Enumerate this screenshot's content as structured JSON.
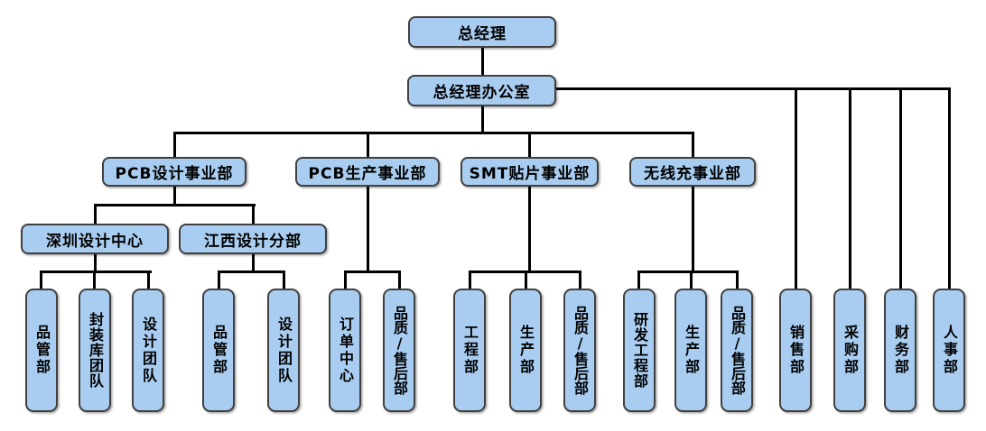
{
  "org_chart": {
    "root": {
      "label": "总经理"
    },
    "office": {
      "label": "总经理办公室"
    },
    "business_units": [
      {
        "label": "PCB设计事业部",
        "children": [
          {
            "label": "深圳设计中心",
            "children": [
              {
                "label": "品管部"
              },
              {
                "label": "封装库团队"
              },
              {
                "label": "设计团队"
              }
            ]
          },
          {
            "label": "江西设计分部",
            "children": [
              {
                "label": "品管部"
              },
              {
                "label": "设计团队"
              }
            ]
          }
        ]
      },
      {
        "label": "PCB生产事业部",
        "children": [
          {
            "label": "订单中心"
          },
          {
            "label": "品质/售后部"
          }
        ]
      },
      {
        "label": "SMT贴片事业部",
        "children": [
          {
            "label": "工程部"
          },
          {
            "label": "生产部"
          },
          {
            "label": "品质/售后部"
          }
        ]
      },
      {
        "label": "无线充事业部",
        "children": [
          {
            "label": "研发工程部"
          },
          {
            "label": "生产部"
          },
          {
            "label": "品质/售后部"
          }
        ]
      }
    ],
    "office_departments": [
      {
        "label": "销售部"
      },
      {
        "label": "采购部"
      },
      {
        "label": "财务部"
      },
      {
        "label": "人事部"
      }
    ]
  },
  "colors": {
    "background": "#FFFFFF",
    "box_fill": "#A9CDF0",
    "box_border": "#404040",
    "connector": "#000000",
    "text": "#000000"
  }
}
